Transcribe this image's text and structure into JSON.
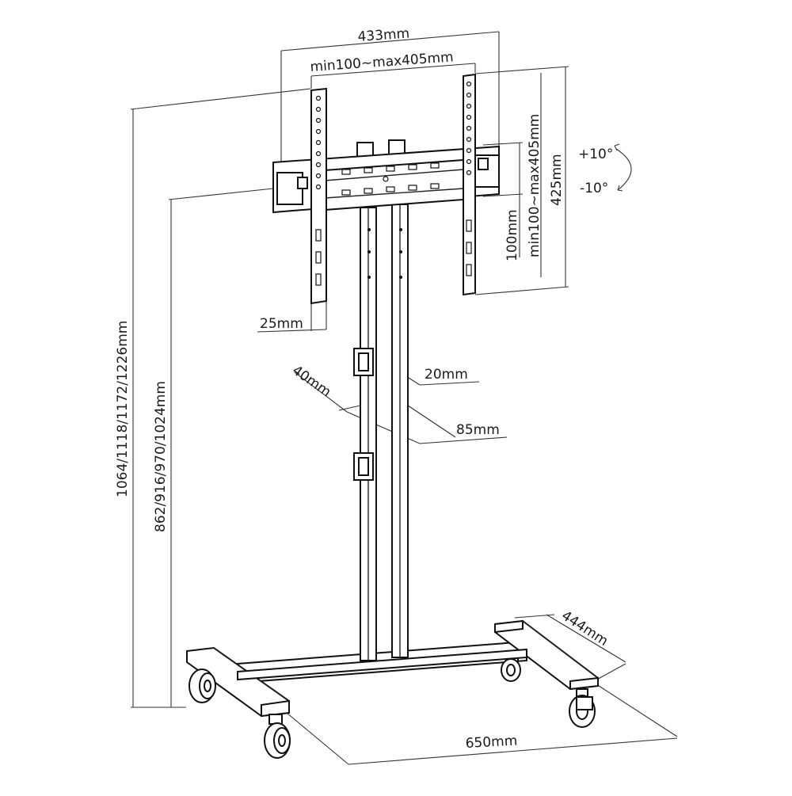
{
  "diagram": {
    "dimensions": {
      "total_width": "433mm",
      "vesa_horizontal": "min100~max405mm",
      "vesa_vertical": "min100~max405mm",
      "bracket_height": "425mm",
      "arm_spacing": "100mm",
      "tilt_up": "+10°",
      "tilt_down": "-10°",
      "bracket_depth": "25mm",
      "column_depth": "40mm",
      "column_width": "20mm",
      "column_total": "85mm",
      "overall_height": "1064/1118/1172/1226mm",
      "center_height": "862/916/970/1024mm",
      "base_depth": "444mm",
      "base_width": "650mm"
    }
  }
}
